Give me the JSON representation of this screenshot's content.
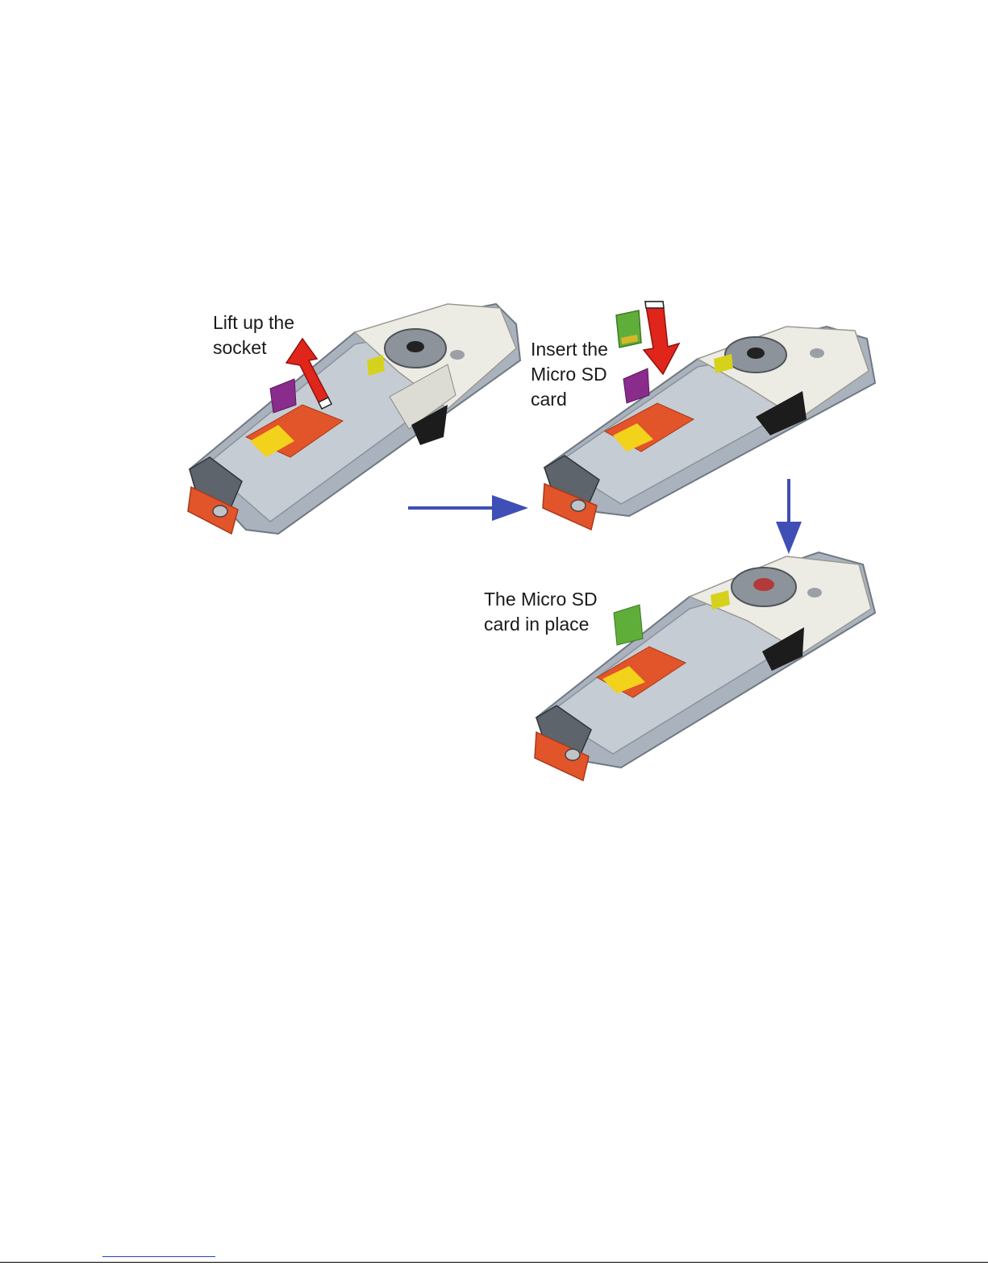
{
  "steps": [
    {
      "lines": [
        "Lift up the",
        "socket"
      ]
    },
    {
      "lines": [
        "Insert the",
        "Micro SD",
        "card"
      ]
    },
    {
      "lines": [
        "The Micro SD",
        "card in place"
      ]
    }
  ],
  "colors": {
    "lift_arrow": "#e0251b",
    "flow_arrow": "#3f4fb6",
    "housing": "#aab3bd",
    "shell": "#ecece4",
    "socket": "#8a2c8c",
    "card": "#5fae3a",
    "accent": "#e2542a",
    "board": "#f2d21a"
  },
  "icons": [
    "up-arrow-icon",
    "down-arrow-icon",
    "right-arrow-icon",
    "down-flow-arrow-icon"
  ]
}
